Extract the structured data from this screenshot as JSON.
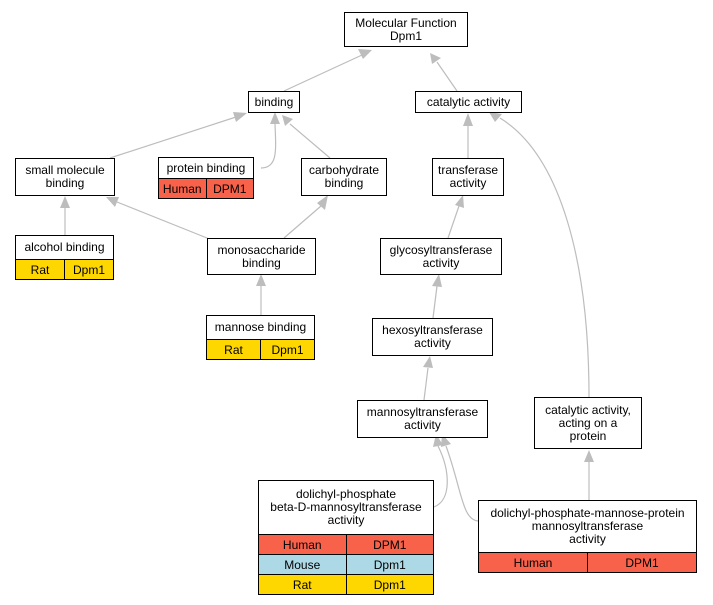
{
  "colors": {
    "edge": "#bdbdbd",
    "human": "#f8614a",
    "mouse": "#add8e6",
    "rat": "#ffd700"
  },
  "nodes": {
    "molecular_function": {
      "label": "Molecular Function\nDpm1"
    },
    "binding": {
      "label": "binding"
    },
    "catalytic_activity": {
      "label": "catalytic activity"
    },
    "small_molecule_binding": {
      "label": "small molecule\nbinding"
    },
    "protein_binding": {
      "label": "protein binding",
      "annotations": [
        [
          "Human",
          "DPM1"
        ]
      ]
    },
    "carbohydrate_binding": {
      "label": "carbohydrate\nbinding"
    },
    "transferase_activity": {
      "label": "transferase\nactivity"
    },
    "alcohol_binding": {
      "label": "alcohol binding",
      "annotations": [
        [
          "Rat",
          "Dpm1"
        ]
      ]
    },
    "monosaccharide_binding": {
      "label": "monosaccharide\nbinding"
    },
    "glycosyltransferase_activity": {
      "label": "glycosyltransferase\nactivity"
    },
    "mannose_binding": {
      "label": "mannose binding",
      "annotations": [
        [
          "Rat",
          "Dpm1"
        ]
      ]
    },
    "hexosyltransferase_activity": {
      "label": "hexosyltransferase\nactivity"
    },
    "mannosyltransferase_activity": {
      "label": "mannosyltransferase\nactivity"
    },
    "catalytic_activity_on_protein": {
      "label": "catalytic activity,\nacting on a\nprotein"
    },
    "dolichyl_phosphate_beta": {
      "label": "dolichyl-phosphate\nbeta-D-mannosyltransferase\nactivity",
      "annotations": [
        [
          "Human",
          "DPM1"
        ],
        [
          "Mouse",
          "Dpm1"
        ],
        [
          "Rat",
          "Dpm1"
        ]
      ]
    },
    "dolichyl_phosphate_mannose_protein": {
      "label": "dolichyl-phosphate-mannose-protein\nmannosyltransferase\nactivity",
      "annotations": [
        [
          "Human",
          "DPM1"
        ]
      ]
    }
  }
}
